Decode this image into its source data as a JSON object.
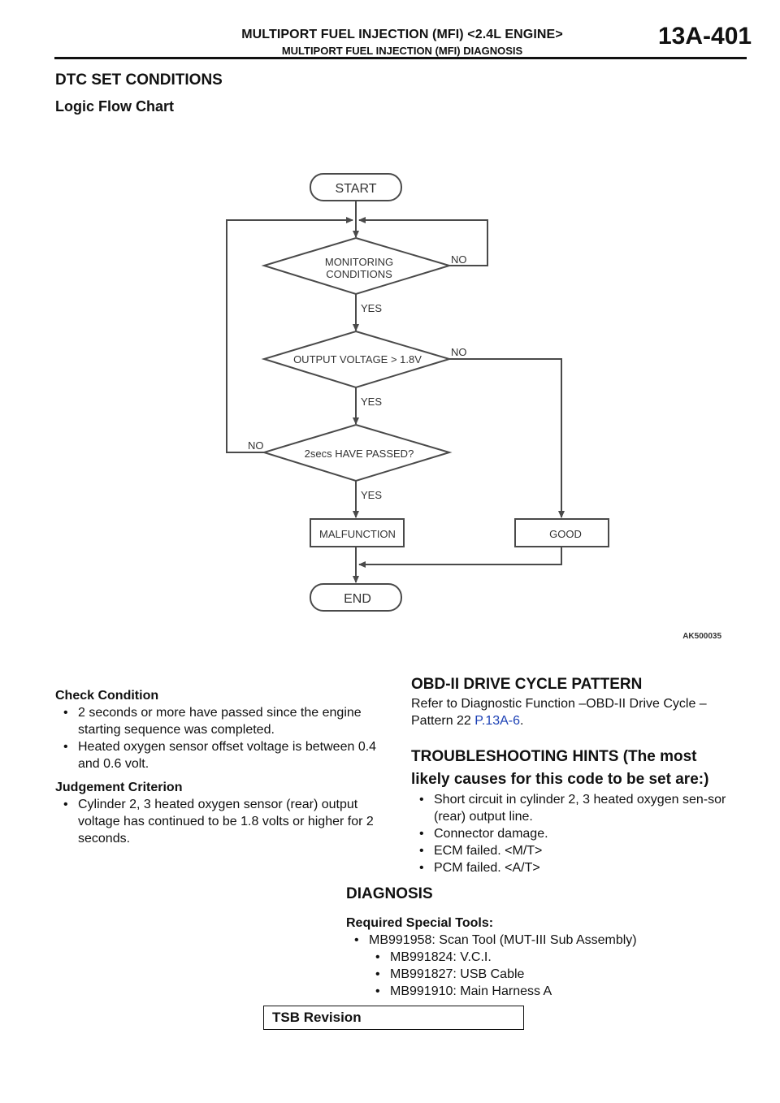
{
  "header": {
    "title": "MULTIPORT FUEL INJECTION (MFI) <2.4L ENGINE>",
    "subtitle": "MULTIPORT FUEL INJECTION (MFI) DIAGNOSIS",
    "page_number": "13A-401"
  },
  "dtc_section": {
    "heading": "DTC SET CONDITIONS",
    "subheading": "Logic Flow Chart"
  },
  "flowchart": {
    "start": "START",
    "monitoring_line1": "MONITORING",
    "monitoring_line2": "CONDITIONS",
    "output_voltage": "OUTPUT VOLTAGE > 1.8V",
    "two_secs": "2secs HAVE PASSED?",
    "malfunction": "MALFUNCTION",
    "good": "GOOD",
    "end": "END",
    "yes": "YES",
    "no": "NO",
    "figure_id": "AK500035"
  },
  "check_condition": {
    "label": "Check Condition",
    "items": [
      "2 seconds or more have passed since the engine starting sequence was completed.",
      "Heated oxygen sensor offset voltage is between 0.4 and 0.6 volt."
    ]
  },
  "judgement_criterion": {
    "label": "Judgement Criterion",
    "items": [
      "Cylinder 2, 3 heated oxygen sensor (rear) output voltage has continued to be 1.8 volts or higher for 2 seconds."
    ]
  },
  "obd": {
    "heading": "OBD-II DRIVE CYCLE PATTERN",
    "text": "Refer to Diagnostic Function –OBD-II Drive Cycle – Pattern 22",
    "link": "P.13A-6",
    "tail": "."
  },
  "troubleshooting": {
    "heading_line1": "TROUBLESHOOTING HINTS (The most",
    "heading_line2": "likely causes for this code to be set are:)",
    "items": [
      "Short circuit in cylinder 2, 3 heated oxygen sen-sor (rear) output line.",
      "Connector damage.",
      "ECM failed. <M/T>",
      "PCM failed. <A/T>"
    ]
  },
  "diagnosis": {
    "heading": "DIAGNOSIS",
    "tools_label": "Required Special Tools:",
    "tool_main": "MB991958: Scan Tool (MUT-III Sub Assembly)",
    "tool_subs": [
      "MB991824: V.C.I.",
      "MB991827: USB Cable",
      "MB991910: Main Harness A"
    ]
  },
  "footer": {
    "tsb": "TSB Revision"
  }
}
